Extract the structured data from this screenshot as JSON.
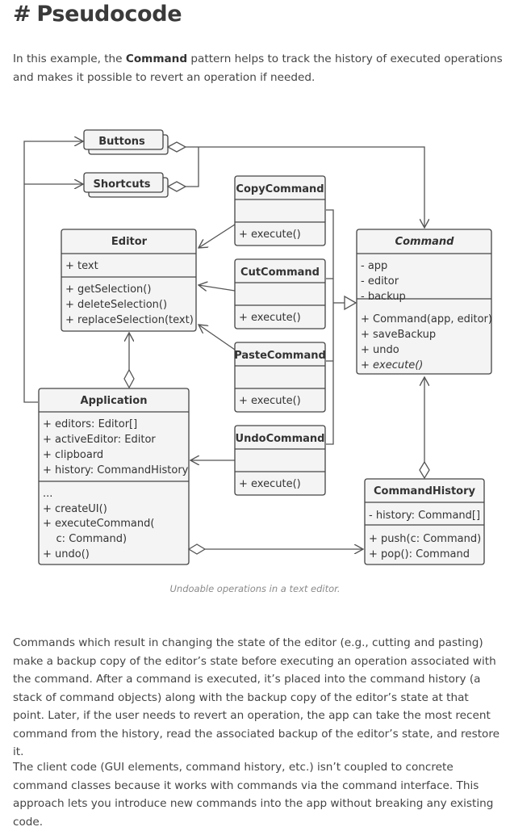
{
  "heading": {
    "hash": "#",
    "title": "Pseudocode"
  },
  "intro": {
    "before": "In this example, the ",
    "bold": "Command",
    "after": " pattern helps to track the history of executed operations and makes it possible to revert an operation if needed."
  },
  "diagram": {
    "buttons": {
      "name": "Buttons"
    },
    "shortcuts": {
      "name": "Shortcuts"
    },
    "copy_command": {
      "name": "CopyCommand",
      "method": "+ execute()"
    },
    "cut_command": {
      "name": "CutCommand",
      "method": "+ execute()"
    },
    "paste_command": {
      "name": "PasteCommand",
      "method": "+ execute()"
    },
    "undo_command": {
      "name": "UndoCommand",
      "method": "+ execute()"
    },
    "editor": {
      "name": "Editor",
      "fields": [
        "+ text"
      ],
      "methods": [
        "+ getSelection()",
        "+ deleteSelection()",
        "+ replaceSelection(text)"
      ]
    },
    "command": {
      "name": "Command",
      "fields": [
        "- app",
        "- editor",
        "- backup"
      ],
      "methods": [
        "+ Command(app, editor)",
        "+ saveBackup",
        "+ undo",
        "+ execute()"
      ]
    },
    "application": {
      "name": "Application",
      "fields": [
        "+ editors: Editor[]",
        "+ activeEditor: Editor",
        "+ clipboard",
        "+ history: CommandHistory"
      ],
      "methods": [
        "...",
        "+ createUI()",
        "+ executeCommand(",
        "    c: Command)",
        "+ undo()"
      ]
    },
    "command_history": {
      "name": "CommandHistory",
      "fields": [
        "- history: Command[]"
      ],
      "methods": [
        "+ push(c: Command)",
        "+ pop(): Command"
      ]
    },
    "caption": "Undoable operations in a text editor."
  },
  "paragraphs": [
    "Commands which result in changing the state of the editor (e.g., cutting and pasting) make a backup copy of the editor’s state before executing an operation associated with the command. After a command is executed, it’s placed into the command history (a stack of command objects) along with the backup copy of the editor’s state at that point. Later, if the user needs to revert an operation, the app can take the most recent command from the history, read the associated backup of the editor’s state, and restore it.",
    "The client code (GUI elements, command history, etc.) isn’t coupled to concrete command classes because it works with commands via the command interface. This approach lets you introduce new commands into the app without breaking any existing code."
  ]
}
